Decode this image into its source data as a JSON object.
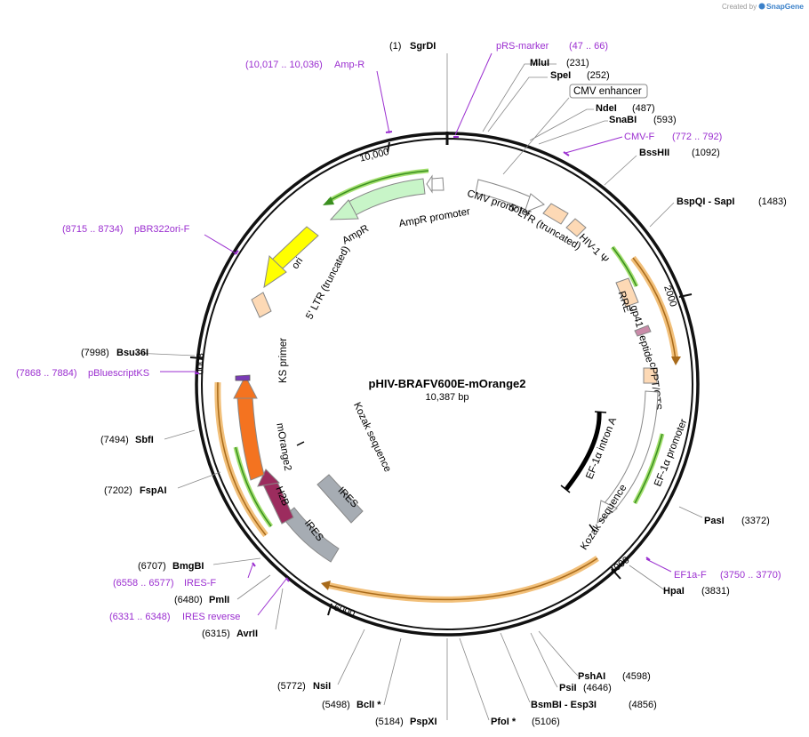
{
  "credit": {
    "prefix": "Created by",
    "brand": "SnapGene"
  },
  "plasmid": {
    "name": "pHIV-BRAFV600E-mOrange2",
    "size_label": "10,387 bp",
    "length": 10387
  },
  "colors": {
    "primer": "#9b2fd0",
    "green_arrow": "#3a8f1f",
    "orange_highlight": "#f2b35c",
    "backbone": "#111111"
  },
  "ticks": [
    {
      "pos": 2000,
      "label": "2000"
    },
    {
      "pos": 4000,
      "label": "4000"
    },
    {
      "pos": 6000,
      "label": "6000"
    },
    {
      "pos": 8000,
      "label": "8000"
    },
    {
      "pos": 10000,
      "label": "10,000"
    }
  ],
  "sites": [
    {
      "name": "SgrDI",
      "coord": "(1)",
      "pos": 1,
      "side": "left"
    },
    {
      "name": "MluI",
      "coord": "(231)",
      "pos": 231,
      "side": "right"
    },
    {
      "name": "SpeI",
      "coord": "(252)",
      "pos": 252,
      "side": "right"
    },
    {
      "name": "NdeI",
      "coord": "(487)",
      "pos": 487,
      "side": "right"
    },
    {
      "name": "SnaBI",
      "coord": "(593)",
      "pos": 593,
      "side": "right"
    },
    {
      "name": "BssHII",
      "coord": "(1092)",
      "pos": 1092,
      "side": "right"
    },
    {
      "name": "BspQI  - SapI",
      "coord": "(1483)",
      "pos": 1483,
      "side": "right"
    },
    {
      "name": "PasI",
      "coord": "(3372)",
      "pos": 3372,
      "side": "right"
    },
    {
      "name": "HpaI",
      "coord": "(3831)",
      "pos": 3831,
      "side": "right"
    },
    {
      "name": "PshAI",
      "coord": "(4598)",
      "pos": 4598,
      "side": "right"
    },
    {
      "name": "PsiI",
      "coord": "(4646)",
      "pos": 4646,
      "side": "right"
    },
    {
      "name": "BsmBI  - Esp3I",
      "coord": "(4856)",
      "pos": 4856,
      "side": "right"
    },
    {
      "name": "PfoI *",
      "coord": "(5106)",
      "pos": 5106,
      "side": "right"
    },
    {
      "name": "PspXI",
      "coord": "(5184)",
      "pos": 5184,
      "side": "left"
    },
    {
      "name": "BclI *",
      "coord": "(5498)",
      "pos": 5498,
      "side": "left"
    },
    {
      "name": "NsiI",
      "coord": "(5772)",
      "pos": 5772,
      "side": "left"
    },
    {
      "name": "AvrII",
      "coord": "(6315)",
      "pos": 6315,
      "side": "left"
    },
    {
      "name": "PmlI",
      "coord": "(6480)",
      "pos": 6480,
      "side": "left"
    },
    {
      "name": "BmgBI",
      "coord": "(6707)",
      "pos": 6707,
      "side": "left"
    },
    {
      "name": "FspAI",
      "coord": "(7202)",
      "pos": 7202,
      "side": "left"
    },
    {
      "name": "SbfI",
      "coord": "(7494)",
      "pos": 7494,
      "side": "left"
    },
    {
      "name": "Bsu36I",
      "coord": "(7998)",
      "pos": 7998,
      "side": "left"
    }
  ],
  "primers": [
    {
      "name": "pRS-marker",
      "coord": "(47 .. 66)",
      "side": "right"
    },
    {
      "name": "CMV-F",
      "coord": "(772 .. 792)",
      "side": "right"
    },
    {
      "name": "EF1a-F",
      "coord": "(3750 .. 3770)",
      "side": "right"
    },
    {
      "name": "Amp-R",
      "coord": "(10,017 .. 10,036)",
      "side": "left"
    },
    {
      "name": "pBR322ori-F",
      "coord": "(8715 .. 8734)",
      "side": "left"
    },
    {
      "name": "pBluescriptKS",
      "coord": "(7868 .. 7884)",
      "side": "left"
    },
    {
      "name": "IRES-F",
      "coord": "(6558 .. 6577)",
      "side": "left"
    },
    {
      "name": "IRES reverse",
      "coord": "(6331 .. 6348)",
      "side": "left"
    }
  ],
  "boxed_label": "CMV enhancer",
  "features": [
    {
      "name": "AmpR promoter"
    },
    {
      "name": "AmpR"
    },
    {
      "name": "ori"
    },
    {
      "name": "5' LTR (truncated)",
      "id": "ltr-left"
    },
    {
      "name": "CMV promoter"
    },
    {
      "name": "5' LTR (truncated)",
      "id": "ltr-right"
    },
    {
      "name": "HIV-1 Ψ"
    },
    {
      "name": "RRE"
    },
    {
      "name": "gp41 peptide"
    },
    {
      "name": "cPPT/CTS"
    },
    {
      "name": "EF-1α promoter"
    },
    {
      "name": "EF-1α intron A"
    },
    {
      "name": "Kozak sequence",
      "id": "kozak-right"
    },
    {
      "name": "Kozak sequence",
      "id": "kozak-left"
    },
    {
      "name": "IRES",
      "id": "ires-inner"
    },
    {
      "name": "IRES",
      "id": "ires-outer"
    },
    {
      "name": "H2B"
    },
    {
      "name": "mOrange2"
    },
    {
      "name": "KS primer"
    }
  ]
}
